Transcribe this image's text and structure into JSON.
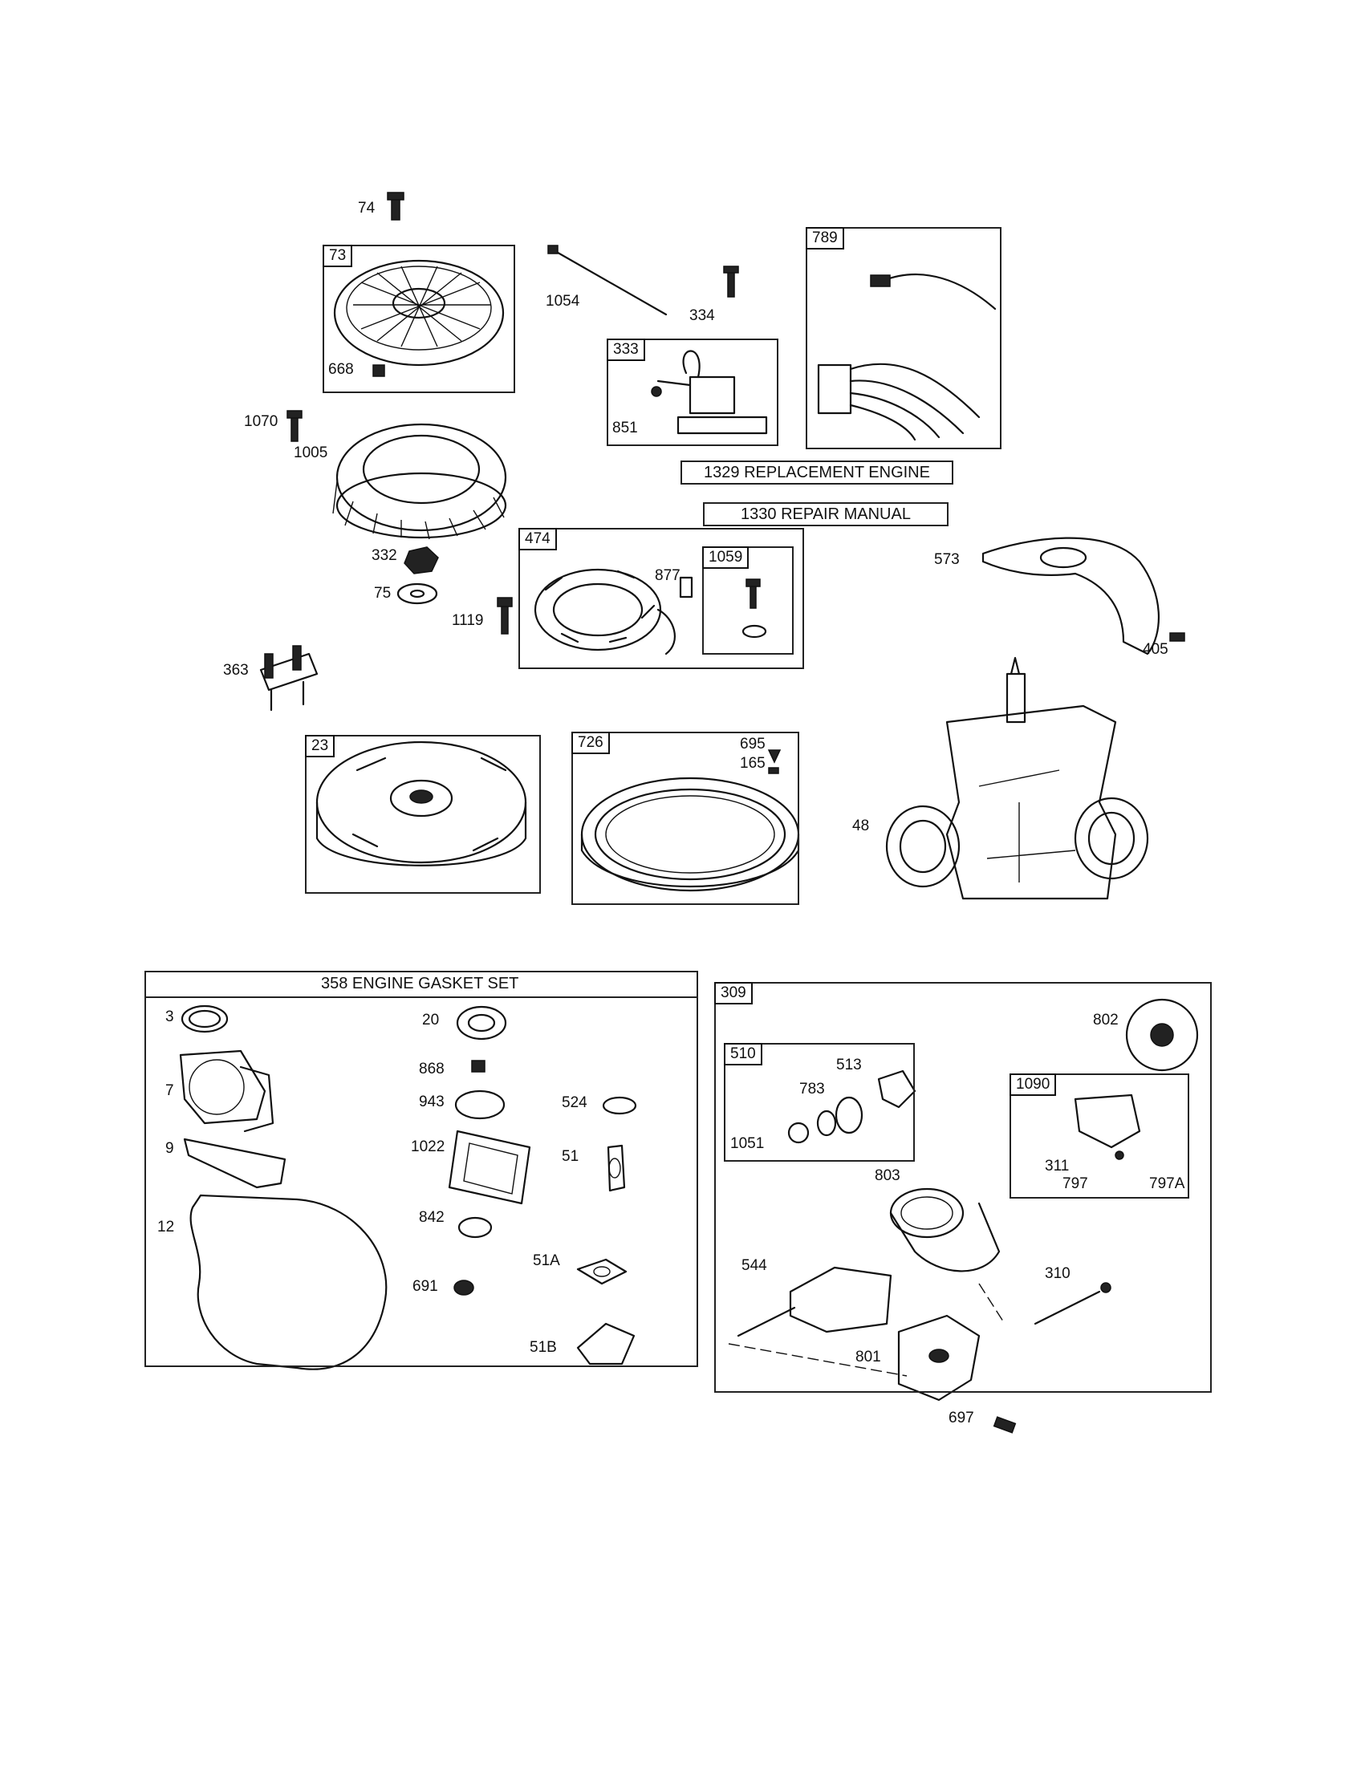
{
  "kits": {
    "replacement_engine": "1329 REPLACEMENT ENGINE",
    "repair_manual": "1330 REPAIR MANUAL",
    "gasket_set": "358 ENGINE GASKET SET"
  },
  "box_labels": {
    "b73": "73",
    "b789": "789",
    "b333": "333",
    "b474": "474",
    "b1059": "1059",
    "b23": "23",
    "b726": "726",
    "b309": "309",
    "b510": "510",
    "b1090": "1090"
  },
  "part_labels": {
    "p74": "74",
    "p1054": "1054",
    "p334": "334",
    "p668": "668",
    "p851": "851",
    "p1070": "1070",
    "p1005": "1005",
    "p332": "332",
    "p75": "75",
    "p877": "877",
    "p1119": "1119",
    "p573": "573",
    "p405": "405",
    "p363": "363",
    "p695": "695",
    "p165": "165",
    "p48": "48",
    "p3": "3",
    "p20": "20",
    "p7": "7",
    "p868": "868",
    "p943": "943",
    "p524": "524",
    "p9": "9",
    "p1022": "1022",
    "p51": "51",
    "p12": "12",
    "p842": "842",
    "p691": "691",
    "p51A": "51A",
    "p51B": "51B",
    "p802": "802",
    "p513": "513",
    "p783": "783",
    "p1051": "1051",
    "p311": "311",
    "p797": "797",
    "p797A": "797A",
    "p803": "803",
    "p544": "544",
    "p310": "310",
    "p801": "801",
    "p697": "697"
  }
}
